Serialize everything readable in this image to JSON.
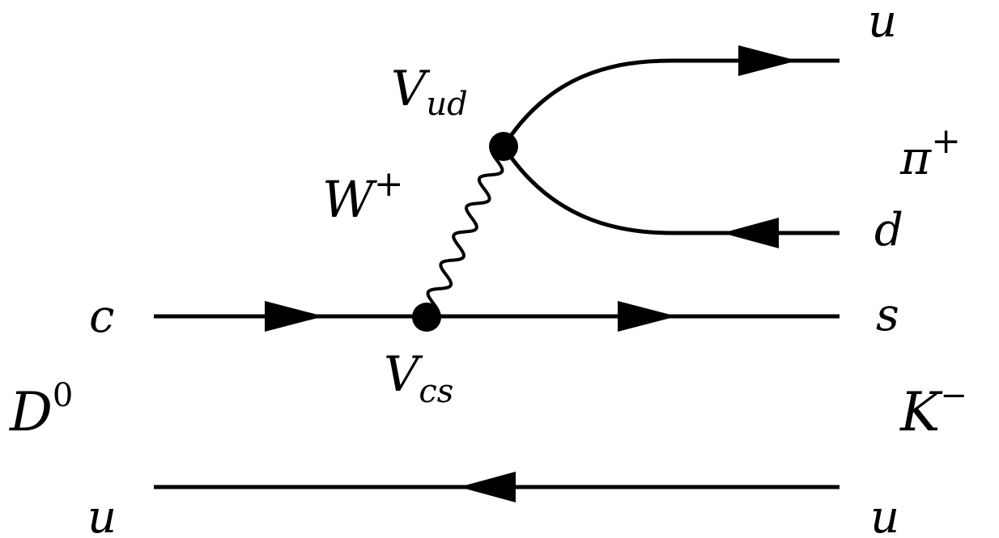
{
  "diagram": {
    "labels": {
      "c_in": "c",
      "u_in": "u",
      "meson_in": "D",
      "meson_in_sup": "0",
      "s_out": "s",
      "u_out_bottom": "u",
      "meson_out_k": "K",
      "meson_out_k_sup": "−",
      "u_out_top": "u",
      "d_out": "d",
      "meson_out_pi": "π",
      "meson_out_pi_sup": "+",
      "boson": "W",
      "boson_sup": "+",
      "vertex_top": "V",
      "vertex_top_sub": "ud",
      "vertex_bottom": "V",
      "vertex_bottom_sub": "cs"
    }
  }
}
